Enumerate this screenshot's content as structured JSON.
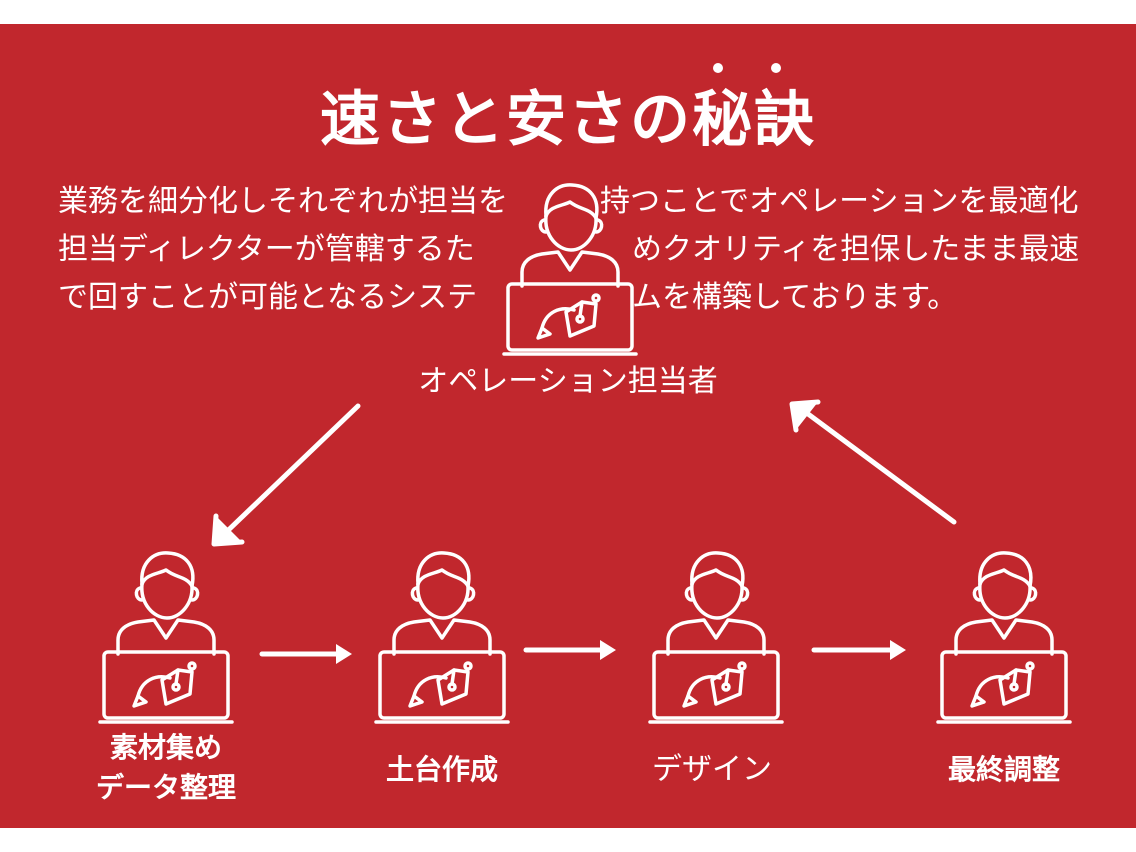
{
  "title": "速さと安さの秘訣",
  "description": {
    "line1_left": "業務を細分化しそれぞれが担当を",
    "line1_right": "持つことでオペレーションを最適化",
    "line2_left": "担当ディレクターが管轄するた",
    "line2_right": "めクオリティを担保したまま最速",
    "line3_left": "で回すことが可能となるシステ",
    "line3_right": "ムを構築しております。"
  },
  "operator": {
    "label": "オペレーション担当者"
  },
  "steps": [
    {
      "line1": "素材集め",
      "line2": "データ整理"
    },
    {
      "line1": "土台作成",
      "line2": ""
    },
    {
      "line1": "デザイン",
      "line2": ""
    },
    {
      "line1": "最終調整",
      "line2": ""
    }
  ],
  "colors": {
    "background": "#c1272d",
    "foreground": "#ffffff"
  },
  "icons": {
    "person": "designer-at-laptop-icon",
    "arrow": "arrow-right-icon"
  }
}
